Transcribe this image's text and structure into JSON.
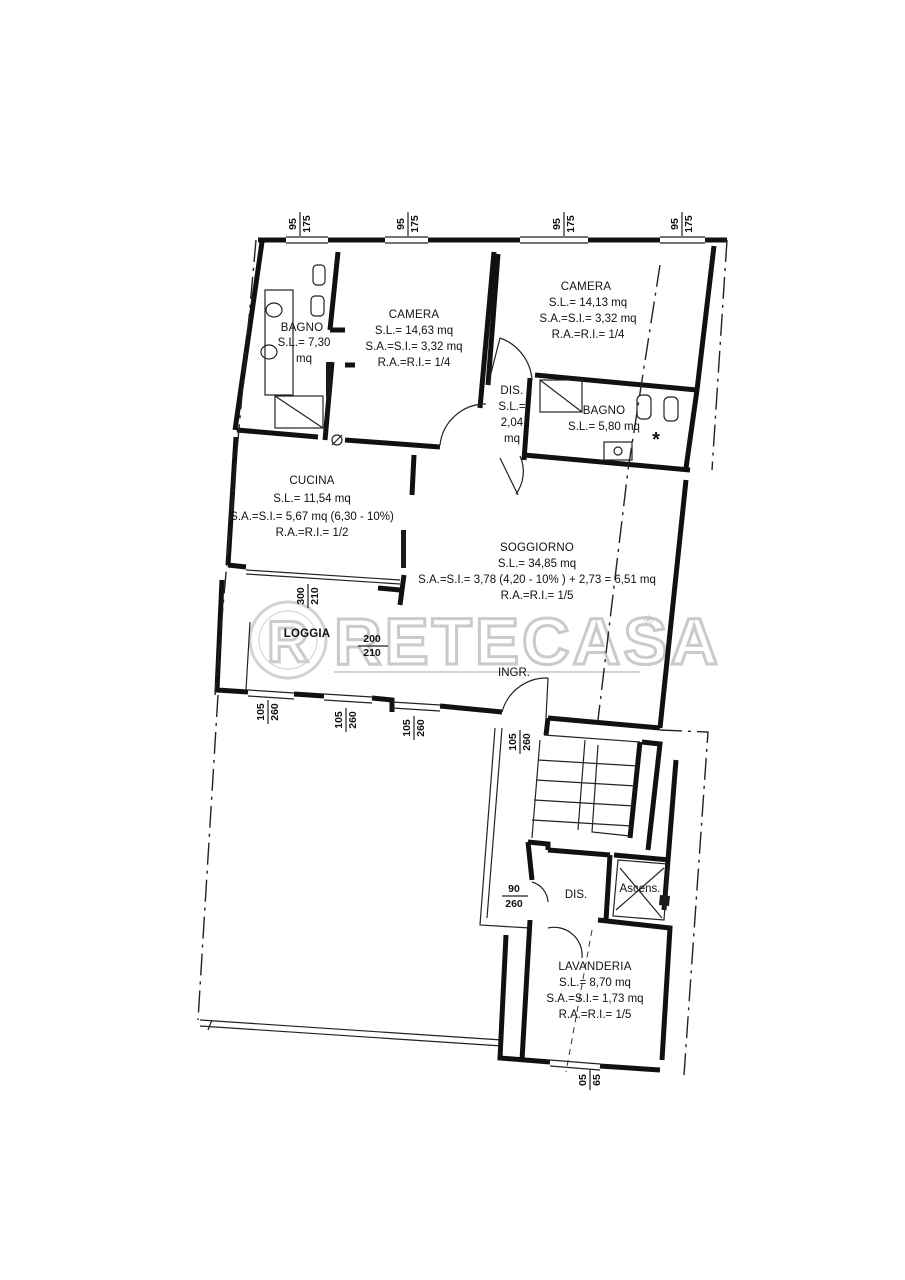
{
  "rooms": {
    "bagno_left": {
      "lines": [
        "BAGNO",
        "S.L.= 7,30",
        "mq"
      ]
    },
    "camera_mid": {
      "lines": [
        "CAMERA",
        "S.L.= 14,63 mq",
        "S.A.=S.I.= 3,32 mq",
        "R.A.=R.I.= 1/4"
      ]
    },
    "camera_right": {
      "lines": [
        "CAMERA",
        "S.L.= 14,13 mq",
        "S.A.=S.I.= 3,32 mq",
        "R.A.=R.I.= 1/4"
      ]
    },
    "dis_top": {
      "lines": [
        "DIS.",
        "S.L.=",
        "2,04",
        "mq"
      ]
    },
    "bagno_right": {
      "lines": [
        "BAGNO",
        "S.L.= 5,80 mq"
      ]
    },
    "cucina": {
      "lines": [
        "CUCINA",
        "S.L.= 11,54 mq",
        "S.A.=S.I.= 5,67 mq (6,30 - 10%)",
        "R.A.=R.I.= 1/2"
      ]
    },
    "soggiorno": {
      "lines": [
        "SOGGIORNO",
        "S.L.= 34,85 mq",
        "S.A.=S.I.= 3,78 (4,20 - 10% ) + 2,73 = 6,51 mq",
        "R.A.=R.I.= 1/5"
      ]
    },
    "loggia": {
      "lines": [
        "LOGGIA"
      ]
    },
    "ingr": {
      "lines": [
        "INGR."
      ]
    },
    "dis_bottom": {
      "lines": [
        "DIS."
      ]
    },
    "ascens": {
      "lines": [
        "Ascens."
      ]
    },
    "lavanderia": {
      "lines": [
        "LAVANDERIA",
        "S.L.= 8,70 mq",
        "S.A.=S.I.= 1,73 mq",
        "R.A.=R.I.= 1/5"
      ]
    }
  },
  "dimensions": {
    "top_1": [
      "95",
      "175"
    ],
    "top_2": [
      "95",
      "175"
    ],
    "top_3": [
      "95",
      "175"
    ],
    "top_4": [
      "95",
      "175"
    ],
    "kitchen_loggia": [
      "300",
      "210"
    ],
    "loggia_door": [
      "200",
      "210"
    ],
    "loggia_1": [
      "105",
      "260"
    ],
    "loggia_2": [
      "105",
      "260"
    ],
    "loggia_3": [
      "105",
      "260"
    ],
    "ingresso": [
      "105",
      "260"
    ],
    "dis_door": [
      "90",
      "260"
    ],
    "bottom": [
      "05",
      "65"
    ]
  },
  "symbols": {
    "asterisk": "*"
  },
  "watermark": {
    "text": "RETECASA",
    "mark": "R",
    "registered": "®"
  }
}
